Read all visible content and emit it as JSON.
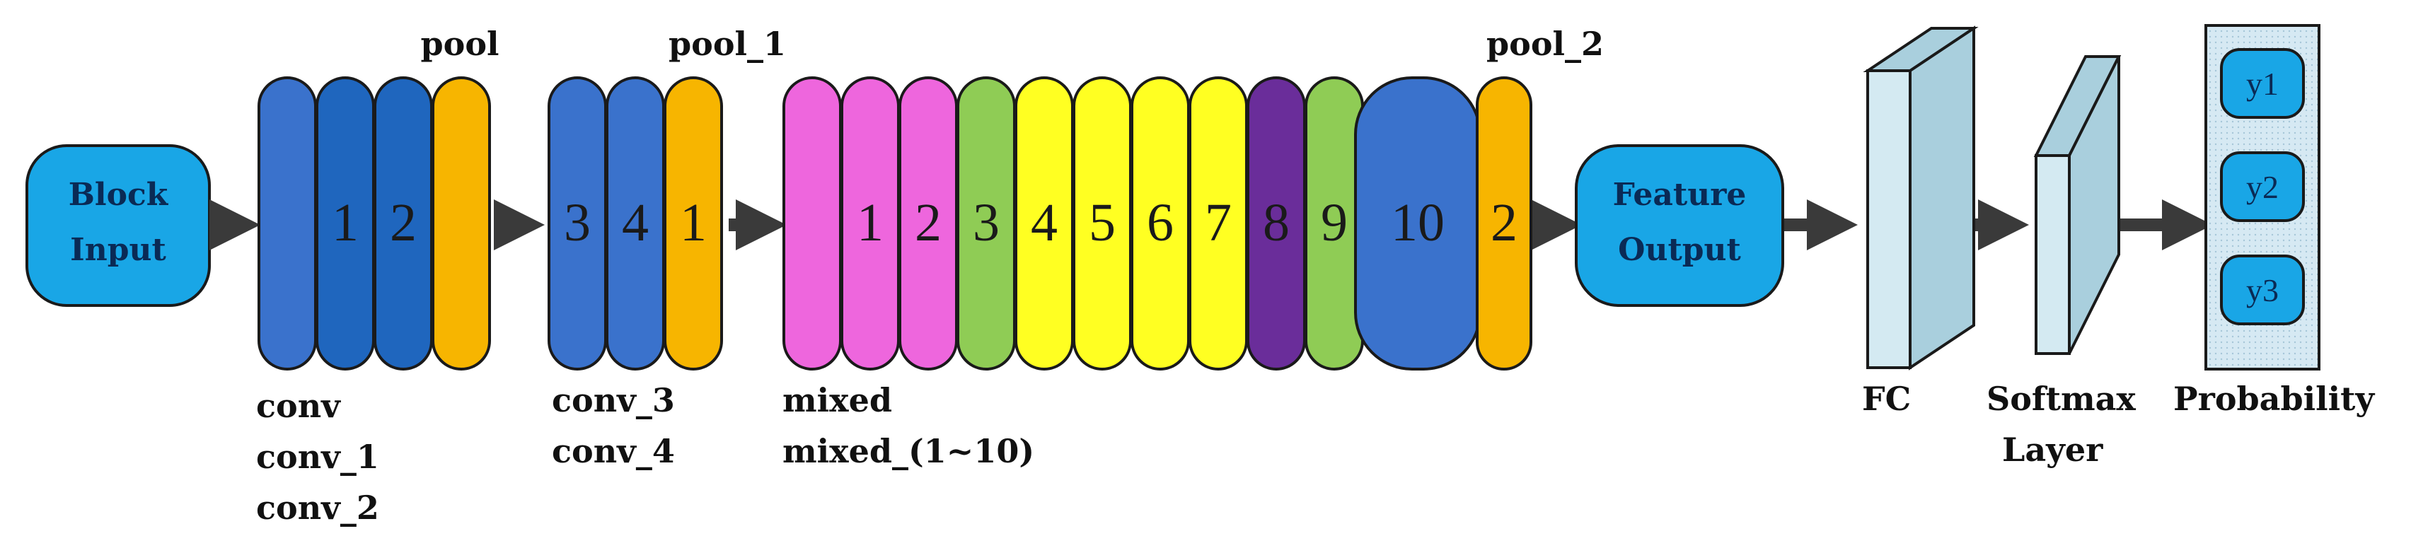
{
  "block_input": {
    "line1": "Block",
    "line2": "Input"
  },
  "stage1": {
    "layers": [
      {
        "text": "",
        "color": "#3a72cc"
      },
      {
        "text": "1",
        "color": "#1f66be"
      },
      {
        "text": "2",
        "color": "#1f66be"
      },
      {
        "text": "",
        "color": "#f7b500"
      }
    ],
    "top_label": "pool",
    "bottom_labels": [
      "conv",
      "conv_1",
      "conv_2"
    ]
  },
  "stage2": {
    "layers": [
      {
        "text": "3",
        "color": "#3a72cc"
      },
      {
        "text": "4",
        "color": "#3a72cc"
      },
      {
        "text": "1",
        "color": "#f7b500"
      }
    ],
    "top_label": "pool_1",
    "bottom_labels": [
      "conv_3",
      "conv_4"
    ]
  },
  "stage3": {
    "layers": [
      {
        "text": "",
        "color": "#ee66dd"
      },
      {
        "text": "1",
        "color": "#ee66dd"
      },
      {
        "text": "2",
        "color": "#ee66dd"
      },
      {
        "text": "3",
        "color": "#8fcc55"
      },
      {
        "text": "4",
        "color": "#ffff22"
      },
      {
        "text": "5",
        "color": "#ffff22"
      },
      {
        "text": "6",
        "color": "#ffff22"
      },
      {
        "text": "7",
        "color": "#ffff22"
      },
      {
        "text": "8",
        "color": "#6a2d9a"
      },
      {
        "text": "9",
        "color": "#8fcc55"
      }
    ],
    "big_layer": {
      "text": "10",
      "color": "#3a72cc"
    },
    "pool_layer": {
      "text": "2",
      "color": "#f7b500"
    },
    "top_label": "pool_2",
    "bottom_labels": [
      "mixed",
      "mixed_(1~10)"
    ]
  },
  "feature_output": {
    "line1": "Feature",
    "line2": "Output"
  },
  "fc": {
    "label": "FC"
  },
  "softmax": {
    "label_line1": "Softmax",
    "label_line2": "Layer"
  },
  "probability": {
    "label": "Probability",
    "outputs": [
      "y1",
      "y2",
      "y3"
    ]
  },
  "colors": {
    "round_box": "#19a6e6",
    "round_box_border": "#1a1a1a",
    "arrow": "#3a3a3a",
    "fc_front": "#d4eaf2",
    "fc_side": "#a9cfdd",
    "prob_bg": "#d6e9f3"
  }
}
